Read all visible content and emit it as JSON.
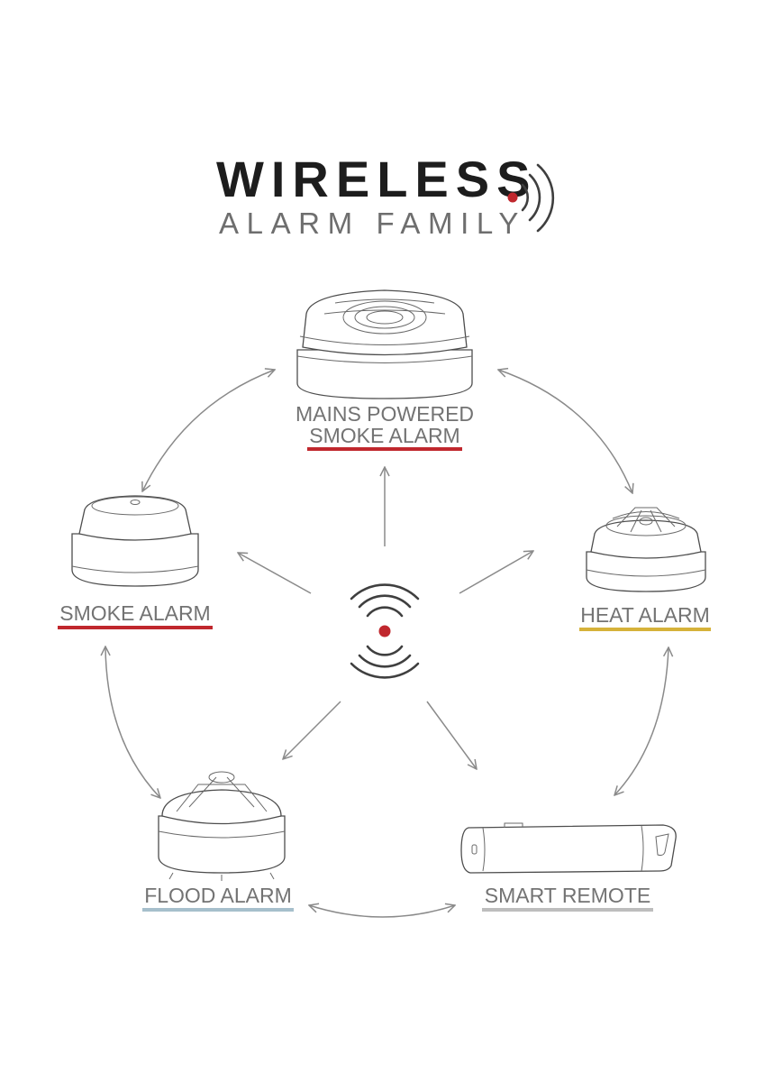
{
  "header": {
    "title": "WIRELESS",
    "subtitle": "ALARM FAMILY"
  },
  "colors": {
    "accent_red": "#c0272d",
    "heat_yellow": "#d6b23a",
    "flood_blue": "#a6bfcc",
    "remote_gray": "#bdbdbd",
    "text_gray": "#737373"
  },
  "devices": {
    "mains": {
      "label_line1": "MAINS POWERED",
      "label_line2": "SMOKE ALARM",
      "icon": "mains-smoke-alarm-icon"
    },
    "smoke": {
      "label": "SMOKE ALARM",
      "icon": "smoke-alarm-icon"
    },
    "heat": {
      "label": "HEAT ALARM",
      "icon": "heat-alarm-icon"
    },
    "flood": {
      "label": "FLOOD ALARM",
      "icon": "flood-alarm-icon"
    },
    "remote": {
      "label": "SMART REMOTE",
      "icon": "smart-remote-icon"
    }
  },
  "hub": {
    "icon": "wireless-signal-icon"
  }
}
